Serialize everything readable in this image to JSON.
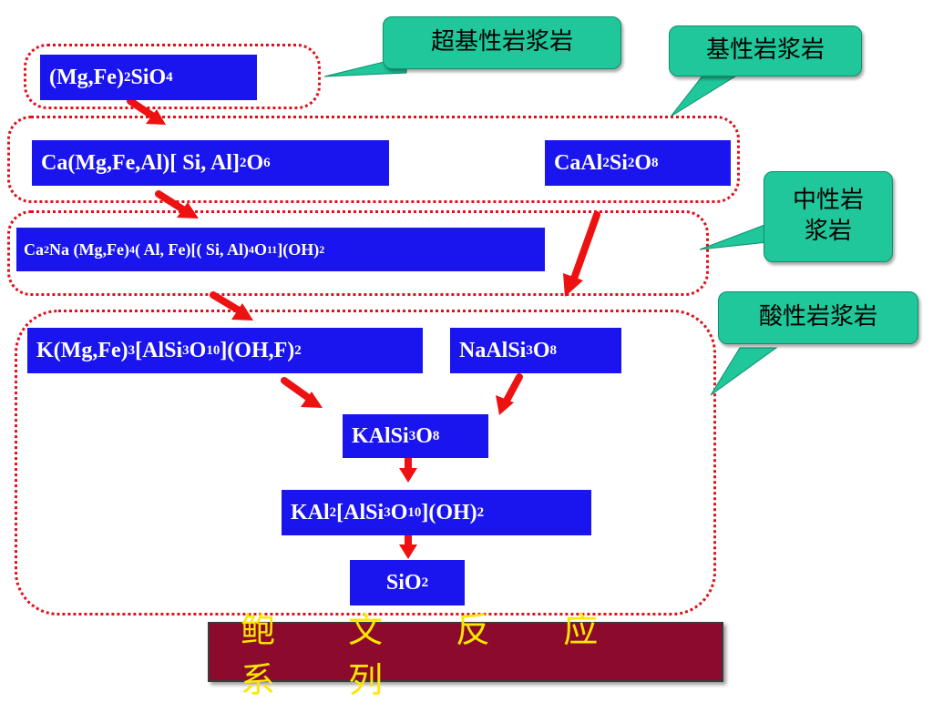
{
  "title": "鲍 文 反 应 系 列",
  "callouts": {
    "ultrabasic": "超基性岩浆岩",
    "basic": "基性岩浆岩",
    "intermediate_line1": "中性岩",
    "intermediate_line2": "浆岩",
    "acidic": "酸性岩浆岩"
  },
  "minerals": {
    "olivine": {
      "t1": "(Mg,Fe)",
      "s1": "2",
      "t2": " SiO",
      "s2": "4"
    },
    "pyroxene": {
      "t1": "Ca(Mg,Fe,Al)[ Si, Al] ",
      "s1": "2",
      "t2": "O",
      "s2": "6"
    },
    "anorthite": {
      "t1": "CaAl",
      "s1": "2",
      "t2": "Si",
      "s2": "2",
      "t3": "O",
      "s3": "8"
    },
    "amphibole": {
      "t1": "Ca",
      "s1": "2",
      "t2": "Na (Mg,Fe)",
      "s2": "4",
      "t3": "( Al, Fe)[( Si, Al)",
      "s3": "4",
      "t4": " O",
      "s4": "11",
      "t5": "](OH)",
      "s5": "2"
    },
    "biotite": {
      "t1": "K(Mg,Fe)",
      "s1": "3",
      "t2": "[AlSi",
      "s2": "3",
      "t3": "O",
      "s3": "10",
      "t4": "](OH,F)",
      "s4": "2"
    },
    "albite": {
      "t1": "NaAlSi",
      "s1": "3",
      "t2": "O",
      "s2": "8"
    },
    "orthoclase": {
      "t1": "KAlSi",
      "s1": "3",
      "t2": "O",
      "s2": "8"
    },
    "muscovite": {
      "t1": "KAl",
      "s1": "2",
      "t2": "[AlSi",
      "s2": "3",
      "t3": "O",
      "s3": "10",
      "t4": "](OH)",
      "s4": "2"
    },
    "quartz": {
      "t1": "SiO",
      "s1": "2"
    }
  },
  "colors": {
    "box": "#1a14ee",
    "zone_border": "#e0101a",
    "callout": "#1fc79a",
    "arrow": "#ee1111",
    "title_bg": "#8c0a2c",
    "title_text": "#ffe600"
  }
}
